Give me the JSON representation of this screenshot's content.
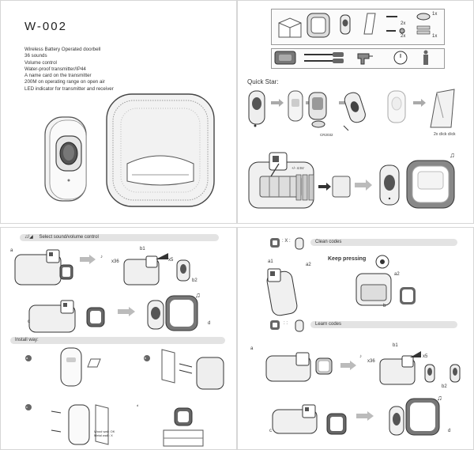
{
  "page1": {
    "model": "W-002",
    "specs": [
      "Wireless Battery Operated doorbell",
      "36 sounds",
      "Volume control",
      "Water-proof transmitter/IP44",
      "A name card on the transmitter",
      "200M on operating range on open air",
      "LED indicator for transmitter and receiver"
    ]
  },
  "page2": {
    "quick_start": "Quick Star:",
    "package_qty": [
      "1x",
      "2x",
      "2x",
      "1x"
    ],
    "voltage": "+/- 4.5V",
    "click_note": "2x click click",
    "battery_label": "CR2032"
  },
  "page3": {
    "select_title": "Select sound/volume control",
    "labels": {
      "a": "a",
      "b1": "b1",
      "x36": "x36",
      "x5": "x5",
      "b2": "b2",
      "c": "c",
      "d": "d"
    },
    "install_title": "Install way:",
    "install_steps": [
      "a",
      "b",
      "c",
      "d"
    ],
    "wall_note": [
      "Wood wall: OK",
      "Metal wall : X"
    ]
  },
  "page4": {
    "clean_title": "Clean codes",
    "keep_pressing": "Keep pressing",
    "clean_labels": {
      "a1": "a1",
      "a2": "a2",
      "b": "b"
    },
    "learn_title": "Learn codes",
    "learn_labels": {
      "a": "a",
      "b1": "b1",
      "x36": "x36",
      "x5": "x5",
      "b2": "b2",
      "c": "c",
      "d": "d"
    }
  }
}
